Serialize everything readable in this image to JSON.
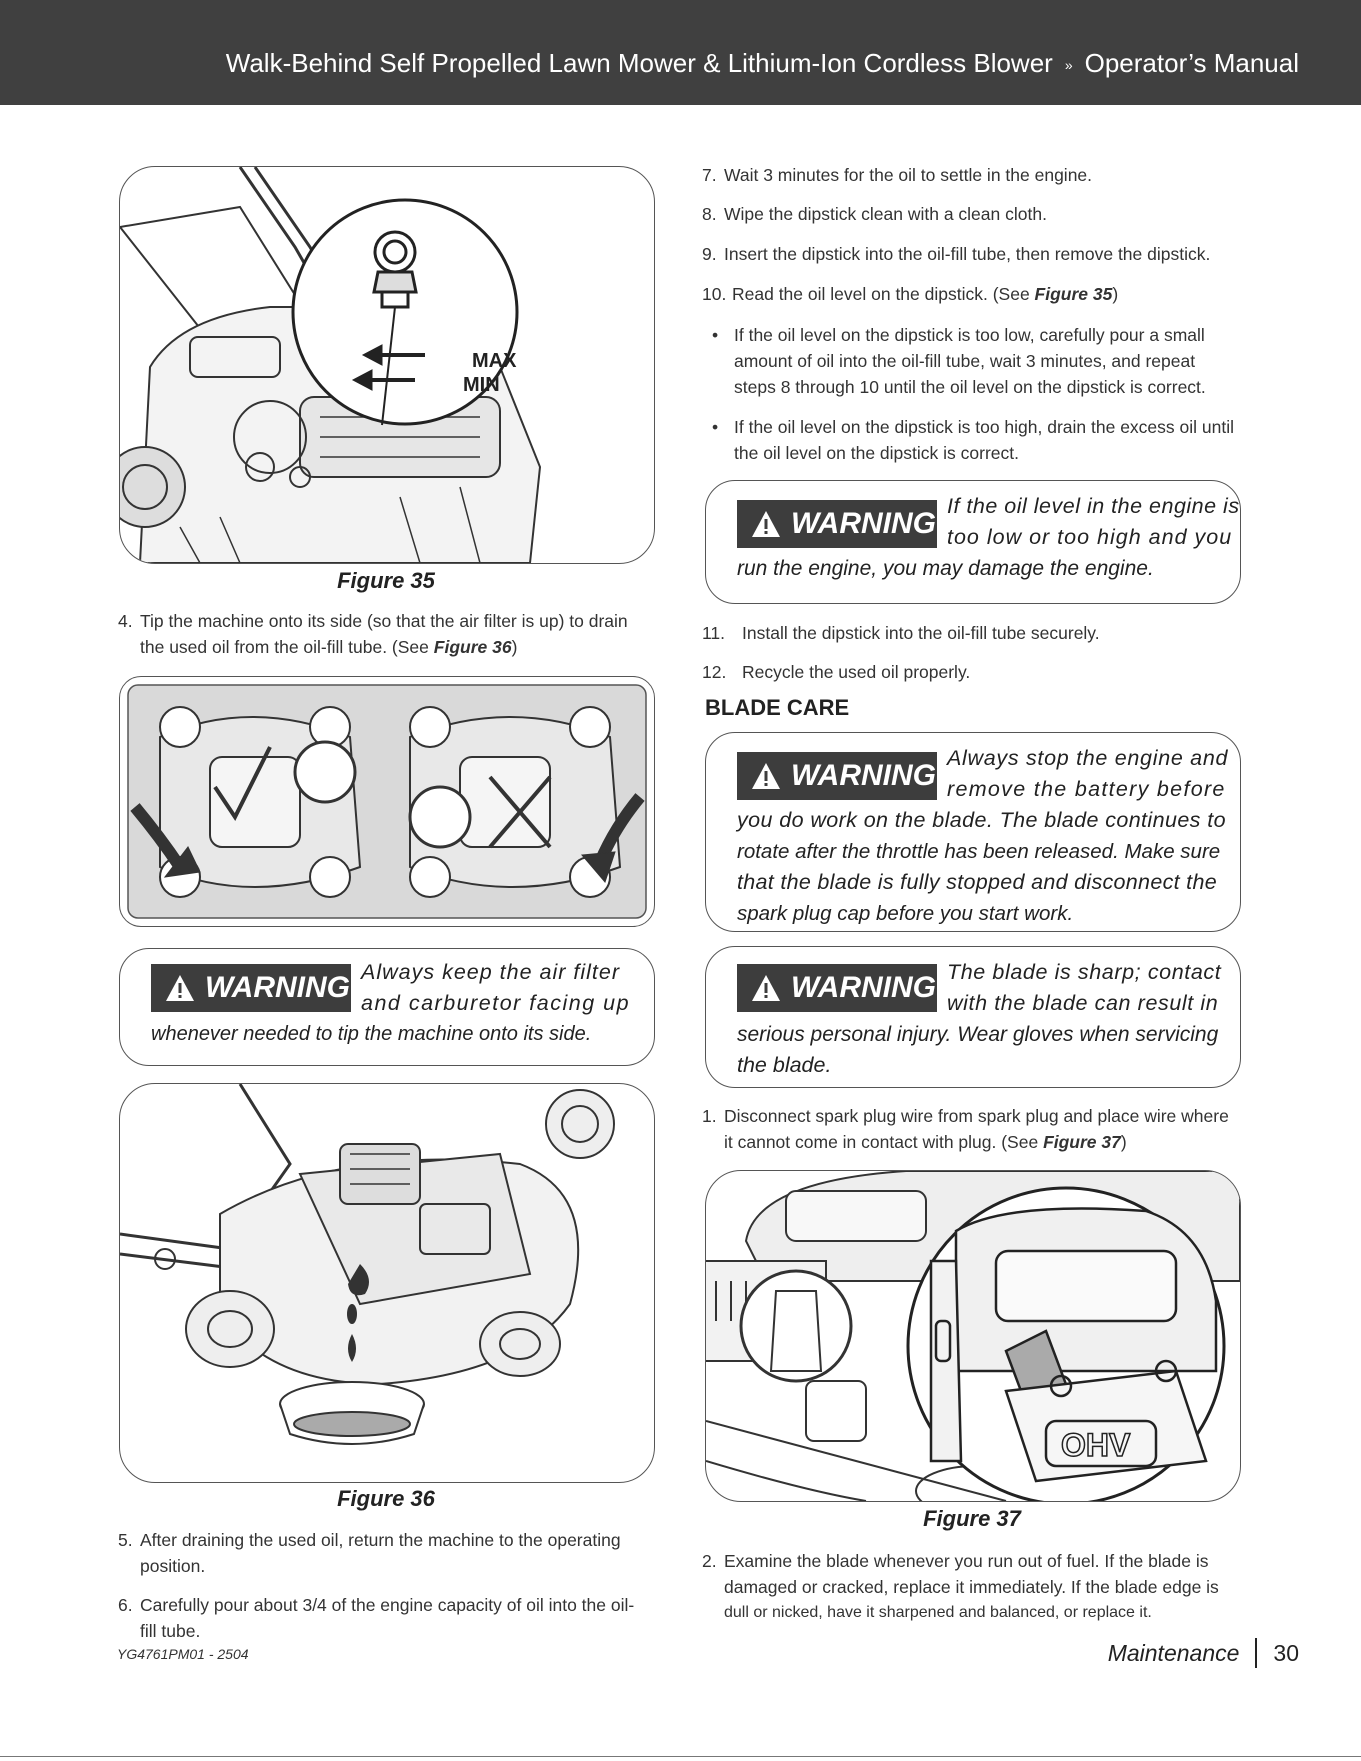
{
  "header": {
    "title": "Walk-Behind Self Propelled Lawn Mower & Lithium-Ion Cordless Blower",
    "separator": "»",
    "subtitle": "Operator’s Manual"
  },
  "figure35": {
    "caption": "Figure 35",
    "max_label": "MAX",
    "min_label": "MIN"
  },
  "step4": {
    "num": "4.",
    "line1": "Tip the machine onto its side (so that the air filter is up) to drain",
    "line2_pre": "the used oil from the oil-fill tube. (See ",
    "line2_ref": "Figure 36",
    "line2_post": ")"
  },
  "warning1": {
    "badge": "WARNING",
    "line1": "Always keep the air filter",
    "line2": "and carburetor facing up",
    "line3": "whenever needed to tip the machine onto its side."
  },
  "figure36": {
    "caption": "Figure 36"
  },
  "step5": {
    "num": "5.",
    "line1": "After draining the used oil, return the machine to the operating",
    "line2": "position."
  },
  "step6": {
    "num": "6.",
    "line1": "Carefully pour about 3/4 of the engine capacity of oil into the oil-",
    "line2": "fill tube."
  },
  "step7": {
    "num": "7.",
    "text": "Wait 3 minutes for the oil to settle in the engine."
  },
  "step8": {
    "num": "8.",
    "text": "Wipe the dipstick clean with a clean cloth."
  },
  "step9": {
    "num": "9.",
    "text": "Insert the dipstick into the oil-fill tube, then remove the dipstick."
  },
  "step10": {
    "num": "10.",
    "pre": "Read the oil level on the dipstick. (See ",
    "ref": "Figure 35",
    "post": ")"
  },
  "bullet1": {
    "line1": "If the oil level on the dipstick is too low, carefully pour a small",
    "line2": "amount of oil into the oil-fill tube, wait 3 minutes, and repeat",
    "line3": "steps 8 through 10 until the oil level on the dipstick is correct."
  },
  "bullet2": {
    "line1": "If the oil level on the dipstick is too high, drain the excess oil until",
    "line2": "the oil level on the dipstick is correct."
  },
  "warning2": {
    "badge": "WARNING",
    "line1": "If the oil level in the engine is",
    "line2": "too low or too high and you",
    "line3": "run the engine, you may damage the engine."
  },
  "step11": {
    "num": "11.",
    "text": "Install the dipstick into the oil-fill tube securely."
  },
  "step12": {
    "num": "12.",
    "text": "Recycle the used oil properly."
  },
  "blade_care": {
    "title": "BLADE CARE"
  },
  "warning3": {
    "badge": "WARNING",
    "line1": "Always stop the engine and",
    "line2": "remove the battery before",
    "line3": "you do work on the blade. The blade continues to",
    "line4": "rotate after the throttle has been released. Make sure",
    "line5": "that the blade is fully stopped and disconnect the",
    "line6": "spark plug cap before you start work."
  },
  "warning4": {
    "badge": "WARNING",
    "line1": "The blade is sharp; contact",
    "line2": "with the blade can result in",
    "line3": "serious personal injury. Wear gloves when servicing",
    "line4": "the blade."
  },
  "blade_step1": {
    "num": "1.",
    "line1": "Disconnect spark plug wire from spark plug and place wire where",
    "line2_pre": "it cannot come in contact with plug. (See ",
    "line2_ref": "Figure 37",
    "line2_post": ")"
  },
  "figure37": {
    "caption": "Figure 37",
    "ohv_label": "OHV"
  },
  "blade_step2": {
    "num": "2.",
    "line1": "Examine the blade whenever you run out of fuel. If the blade is",
    "line2": "damaged or cracked, replace it immediately. If the blade edge is",
    "line3": "dull or nicked, have it sharpened and balanced, or replace it."
  },
  "footer": {
    "doc_code": "YG4761PM01 - 2504",
    "section": "Maintenance",
    "page": "30"
  }
}
